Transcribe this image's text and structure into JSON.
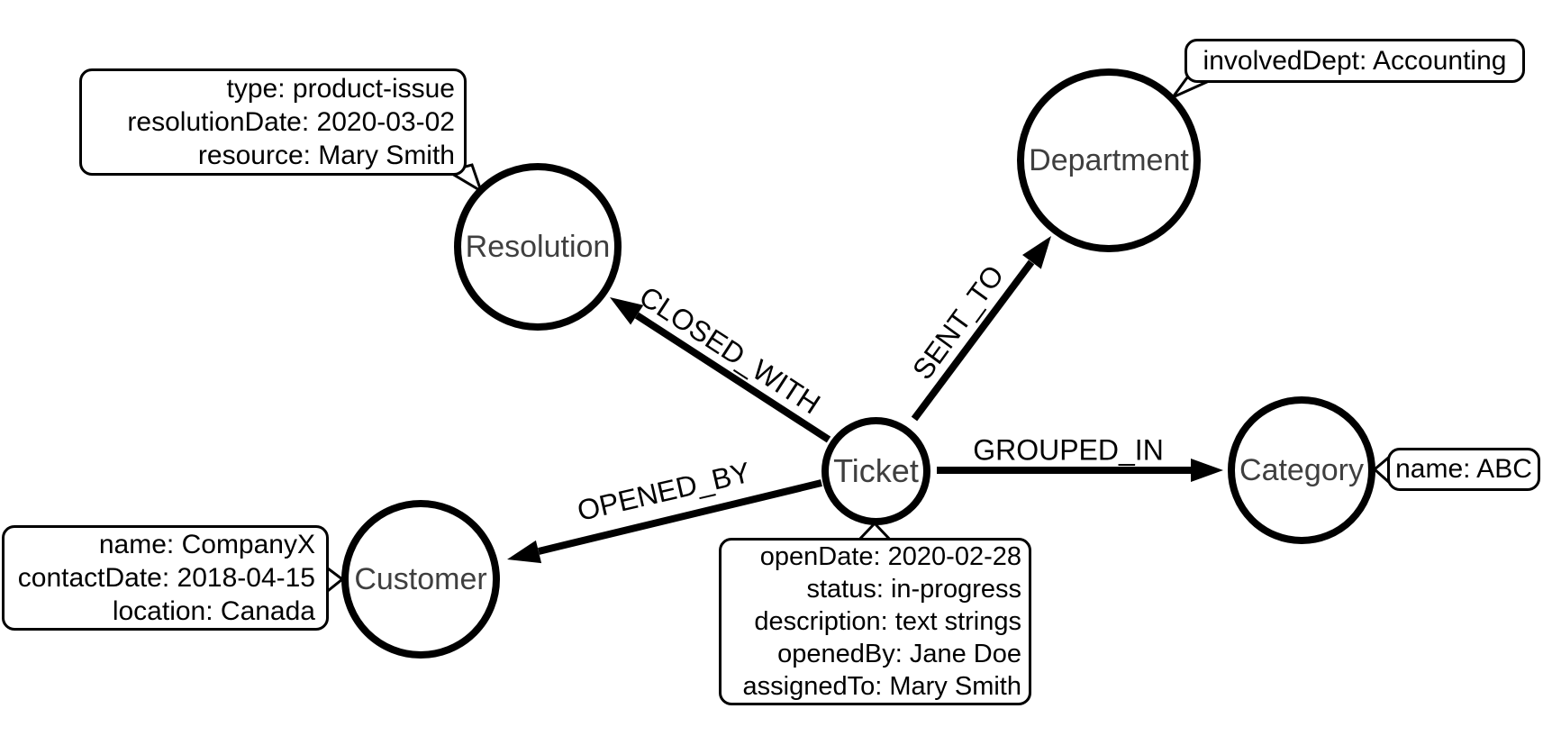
{
  "diagram": {
    "type": "graph-data-model",
    "background_color": "#ffffff",
    "stroke_color": "#000000",
    "node_label_color": "#3f3f3f",
    "nodes": [
      {
        "label": "Resolution",
        "properties": [
          "type: product-issue",
          "resolutionDate: 2020-03-02",
          "resource: Mary Smith"
        ]
      },
      {
        "label": "Department",
        "properties": [
          "involvedDept: Accounting"
        ]
      },
      {
        "label": "Ticket",
        "properties": [
          "openDate: 2020-02-28",
          "status: in-progress",
          "description: text strings",
          "openedBy: Jane Doe",
          "assignedTo: Mary Smith"
        ]
      },
      {
        "label": "Customer",
        "properties": [
          "name: CompanyX",
          "contactDate: 2018-04-15",
          "location: Canada"
        ]
      },
      {
        "label": "Category",
        "properties": [
          "name: ABC"
        ]
      }
    ],
    "relationships": [
      {
        "label": "CLOSED_WITH",
        "from": "Ticket",
        "to": "Resolution"
      },
      {
        "label": "SENT_TO",
        "from": "Ticket",
        "to": "Department"
      },
      {
        "label": "GROUPED_IN",
        "from": "Ticket",
        "to": "Category"
      },
      {
        "label": "OPENED_BY",
        "from": "Ticket",
        "to": "Customer"
      }
    ]
  }
}
